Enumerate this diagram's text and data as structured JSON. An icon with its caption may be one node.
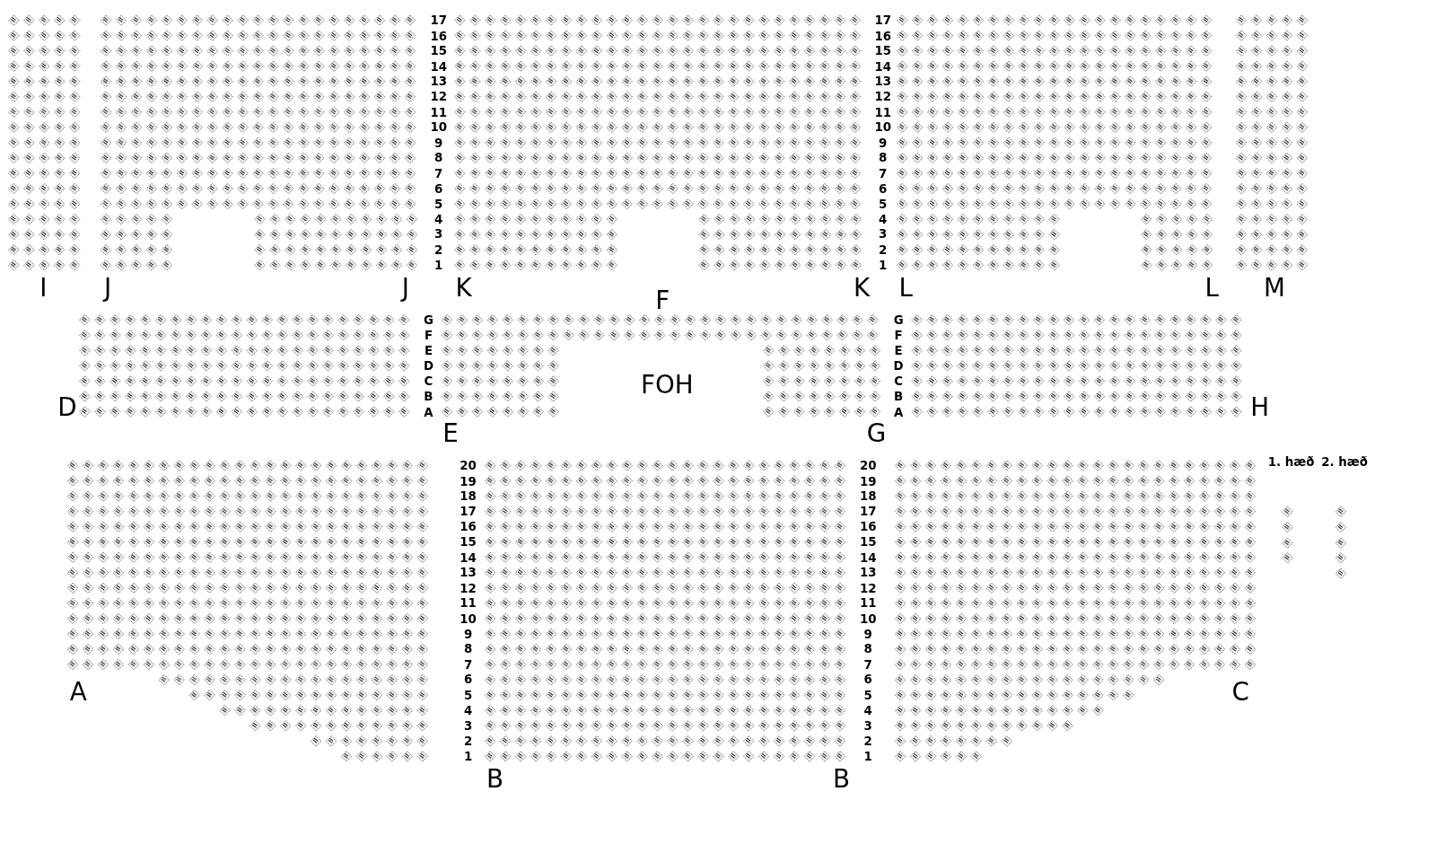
{
  "diagram": {
    "labels": [
      "17",
      "16",
      "15",
      "14",
      "13",
      "12",
      "11",
      "10",
      "9",
      "8",
      "7",
      "6",
      "5",
      "4",
      "3",
      "2",
      "1",
      "17",
      "16",
      "15",
      "14",
      "13",
      "12",
      "11",
      "10",
      "9",
      "8",
      "7",
      "6",
      "5",
      "4",
      "3",
      "2",
      "1",
      "I",
      "J",
      "J",
      "K",
      "K",
      "L",
      "L",
      "M",
      "F",
      "G",
      "F",
      "E",
      "D",
      "C",
      "B",
      "A",
      "G",
      "F",
      "E",
      "D",
      "C",
      "B",
      "A",
      "FOH",
      "D",
      "E",
      "G",
      "H",
      "1. hæð",
      "2. hæð",
      "20",
      "19",
      "18",
      "17",
      "16",
      "15",
      "14",
      "13",
      "12",
      "11",
      "10",
      "9",
      "8",
      "7",
      "6",
      "5",
      "4",
      "3",
      "2",
      "1",
      "20",
      "19",
      "18",
      "17",
      "16",
      "15",
      "14",
      "13",
      "12",
      "11",
      "10",
      "9",
      "8",
      "7",
      "6",
      "5",
      "4",
      "3",
      "2",
      "1",
      "A",
      "B",
      "B",
      "C"
    ]
  }
}
